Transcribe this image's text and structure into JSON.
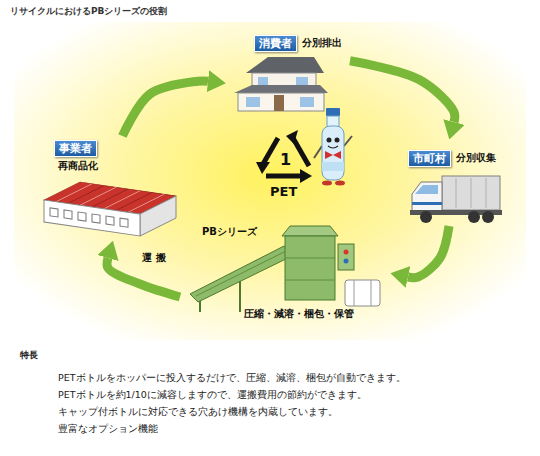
{
  "diagram": {
    "title": "リサイクルにおけるPBシリーズの役割",
    "nodes": [
      {
        "text": [
          "消費者",
          "分別排出"
        ]
      },
      {
        "text": [
          "市町村",
          "分別収集"
        ]
      },
      {
        "text": [
          "PBシリーズ",
          "圧縮・減溶・梱包・保管"
        ]
      },
      {
        "text": [
          "事業者",
          "再商品化"
        ]
      }
    ],
    "edges": [
      {
        "from": 0,
        "to": 1,
        "arrow": "to"
      },
      {
        "from": 1,
        "to": 2,
        "arrow": "to"
      },
      {
        "from": 2,
        "to": 3,
        "label": "運搬",
        "arrow": "to"
      },
      {
        "from": 3,
        "to": 0,
        "arrow": "to"
      }
    ],
    "labels": [
      "1",
      "PET",
      "特長",
      "PETボトルをホッパーに投入するだけで、圧縮、減溶、梱包が自動できます。",
      "PETボトルを約1/10に減容しますので、運搬費用の節約ができます。",
      "キャップ付ボトルに対応できる穴あけ機構を内蔵しています。",
      "豊富なオプション機能"
    ]
  }
}
